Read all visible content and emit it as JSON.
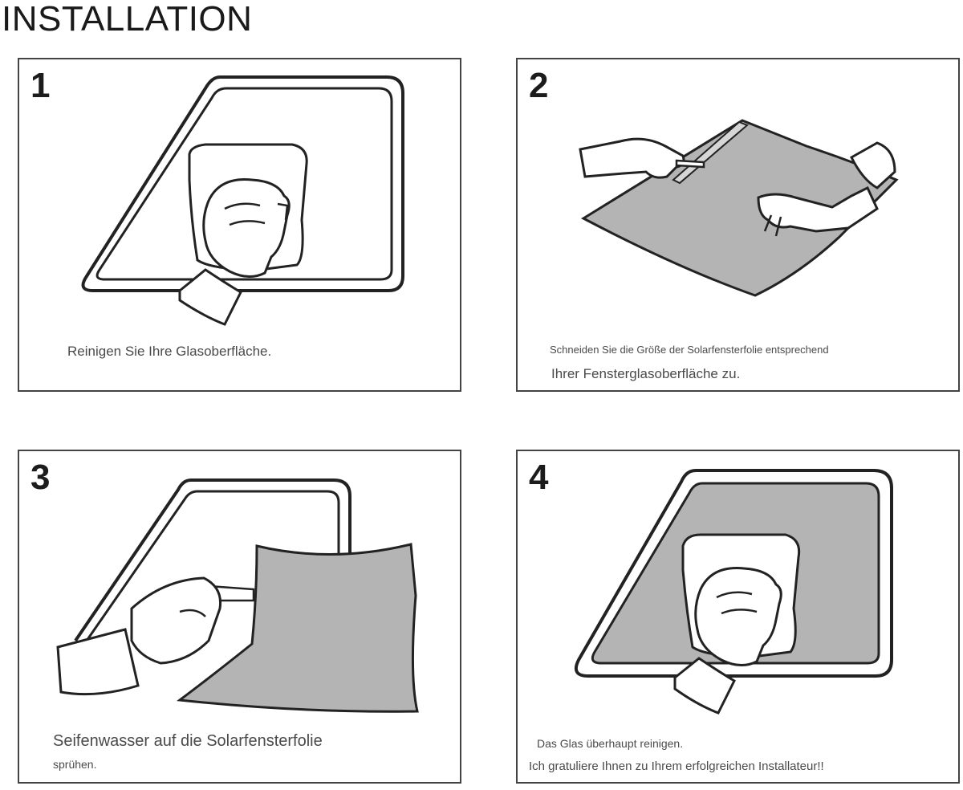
{
  "title": "INSTALLATION",
  "steps": [
    {
      "number": "1",
      "caption": "Reinigen Sie Ihre Glasoberfläche."
    },
    {
      "number": "2",
      "caption_line1": "Schneiden Sie die Größe der Solarfensterfolie entsprechend",
      "caption_line2": "Ihrer Fensterglasoberfläche zu."
    },
    {
      "number": "3",
      "caption_line1": "Seifenwasser auf die Solarfensterfolie",
      "caption_line2": "sprühen."
    },
    {
      "number": "4",
      "caption_line1": "Das Glas überhaupt reinigen.",
      "caption_line2": "Ich gratuliere Ihnen zu Ihrem erfolgreichen Installateur!!"
    }
  ],
  "colors": {
    "line": "#222222",
    "film": "#b4b4b4",
    "frame": "#ffffff"
  }
}
